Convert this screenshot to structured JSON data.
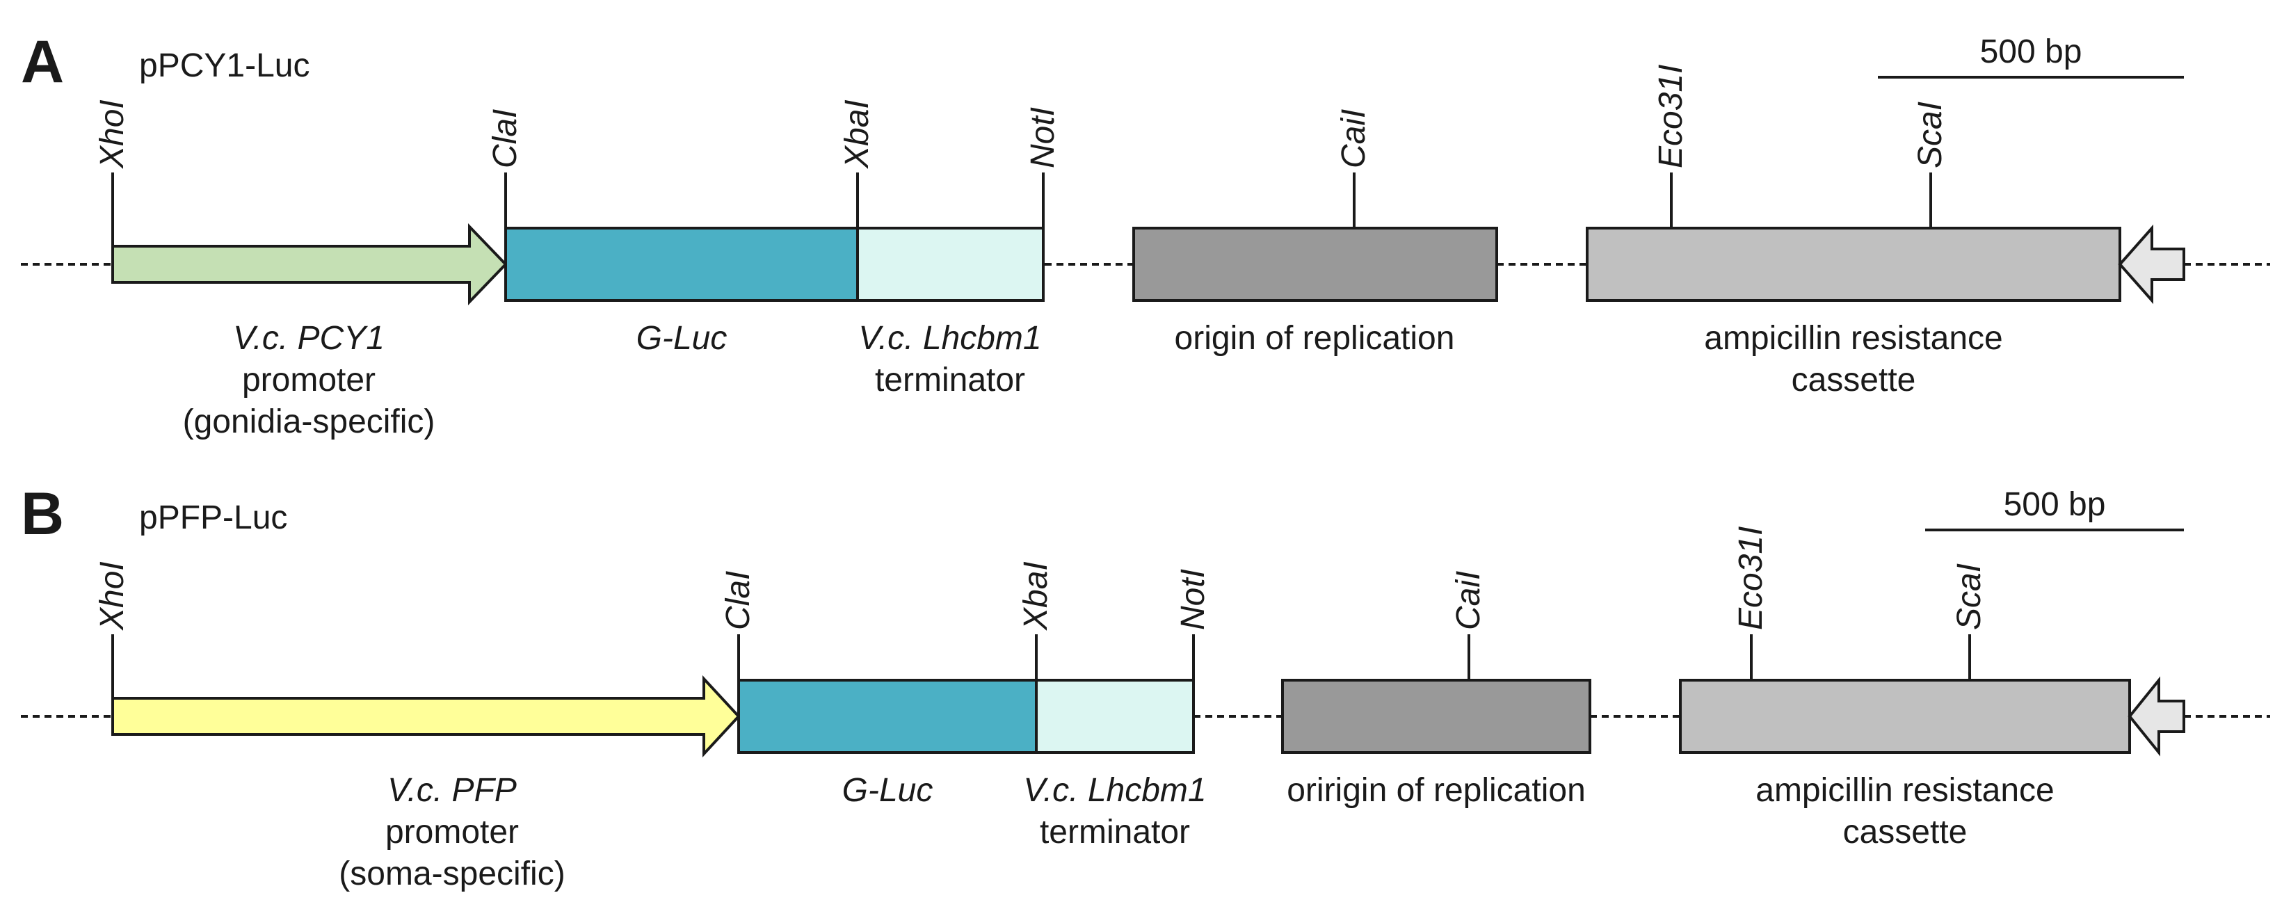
{
  "colors": {
    "promoter_pcy1": "#c5e0b4",
    "promoter_pfp": "#ffff99",
    "gluc": "#4bb0c5",
    "terminator": "#dcf6f2",
    "origin": "#999999",
    "amp": "#c0c0c0",
    "amp_arrow": "#e6e6e6",
    "outline": "#1a1a1a"
  },
  "panels": [
    {
      "letter": "A",
      "plasmid": "pPCY1-Luc",
      "scale_bar": {
        "label": "500 bp"
      },
      "sites": [
        {
          "name": "XhoI"
        },
        {
          "name": "ClaI"
        },
        {
          "name": "XbaI"
        },
        {
          "name": "NotI"
        },
        {
          "name": "CaiI"
        },
        {
          "name": "Eco31I"
        },
        {
          "name": "ScaI"
        }
      ],
      "segments": [
        {
          "key": "promoter",
          "lines": [
            [
              {
                "t": "V.c. PCY1",
                "i": true
              }
            ],
            [
              {
                "t": "promoter",
                "i": false
              }
            ],
            [
              {
                "t": "(gonidia-specific)",
                "i": false
              }
            ]
          ]
        },
        {
          "key": "gluc",
          "lines": [
            [
              {
                "t": "G-Luc",
                "i": true
              }
            ]
          ]
        },
        {
          "key": "terminator",
          "lines": [
            [
              {
                "t": "V.c. Lhcbm1",
                "i": true
              }
            ],
            [
              {
                "t": "terminator",
                "i": false
              }
            ]
          ]
        },
        {
          "key": "origin",
          "lines": [
            [
              {
                "t": "origin of replication",
                "i": false
              }
            ]
          ]
        },
        {
          "key": "amp",
          "lines": [
            [
              {
                "t": "ampicillin resistance",
                "i": false
              }
            ],
            [
              {
                "t": "cassette",
                "i": false
              }
            ]
          ]
        }
      ]
    },
    {
      "letter": "B",
      "plasmid": "pPFP-Luc",
      "scale_bar": {
        "label": "500 bp"
      },
      "sites": [
        {
          "name": "XhoI"
        },
        {
          "name": "ClaI"
        },
        {
          "name": "XbaI"
        },
        {
          "name": "NotI"
        },
        {
          "name": "CaiI"
        },
        {
          "name": "Eco31I"
        },
        {
          "name": "ScaI"
        }
      ],
      "segments": [
        {
          "key": "promoter",
          "lines": [
            [
              {
                "t": "V.c. PFP",
                "i": true
              }
            ],
            [
              {
                "t": "promoter",
                "i": false
              }
            ],
            [
              {
                "t": "(soma-specific)",
                "i": false
              }
            ]
          ]
        },
        {
          "key": "gluc",
          "lines": [
            [
              {
                "t": "G-Luc",
                "i": true
              }
            ]
          ]
        },
        {
          "key": "terminator",
          "lines": [
            [
              {
                "t": "V.c. Lhcbm1",
                "i": true
              }
            ],
            [
              {
                "t": "terminator",
                "i": false
              }
            ]
          ]
        },
        {
          "key": "origin",
          "lines": [
            [
              {
                "t": "oririgin of replication",
                "i": false
              }
            ]
          ]
        },
        {
          "key": "amp",
          "lines": [
            [
              {
                "t": "ampicillin resistance",
                "i": false
              }
            ],
            [
              {
                "t": "cassette",
                "i": false
              }
            ]
          ]
        }
      ]
    }
  ]
}
